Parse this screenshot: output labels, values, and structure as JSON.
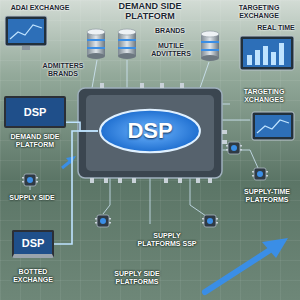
{
  "diagram": {
    "title": "DEMAND SIDE PLATFORM",
    "nodes": [
      {
        "text": [
          "DSP"
        ]
      },
      {
        "text": [
          "DSP",
          "DEMAND SIDE PLATFORM"
        ]
      },
      {
        "text": [
          "DSP"
        ]
      }
    ],
    "edges": [
      {
        "from": 1,
        "to": 0,
        "arrow": "none"
      },
      {
        "from": 2,
        "to": 0,
        "arrow": "none"
      }
    ],
    "labels": [
      "ADAI EXCHANGE",
      "BRANDS",
      "ADMITTERS BRANDS",
      "MUTILE ADVITTERS",
      "TARGETING EXCHANGE",
      "REAL TIME",
      "TARGETING XCHANGES",
      "SUPPLY SIDE",
      "SUPPLY-TIME PLATFORMS",
      "SUPPLY PLATFORMS SSP",
      "SUPPLY SIDE PLATFORMS",
      "BOTTED EXCHANGE"
    ]
  }
}
